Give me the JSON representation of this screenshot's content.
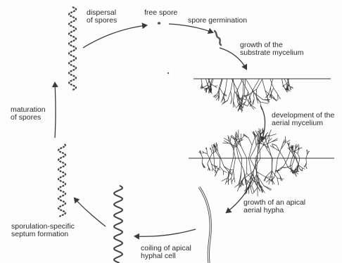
{
  "labels": {
    "dispersal": [
      "dispersal",
      "of spores"
    ],
    "free_spore": "free spore",
    "germination": "spore germination",
    "substrate": [
      "growth of the",
      "substrate mycelium"
    ],
    "aerial": [
      "development of the",
      "aerial mycelium"
    ],
    "apical": [
      "growth of an apical",
      "aerial hypha"
    ],
    "coiling": [
      "coiling of apical",
      "hyphal cell"
    ],
    "septum": [
      "sporulation-specific",
      "septum formation"
    ],
    "maturation": [
      "maturation",
      "of spores"
    ]
  },
  "colors": {
    "ink": "#3a3a3a",
    "text": "#2a2a2a"
  }
}
